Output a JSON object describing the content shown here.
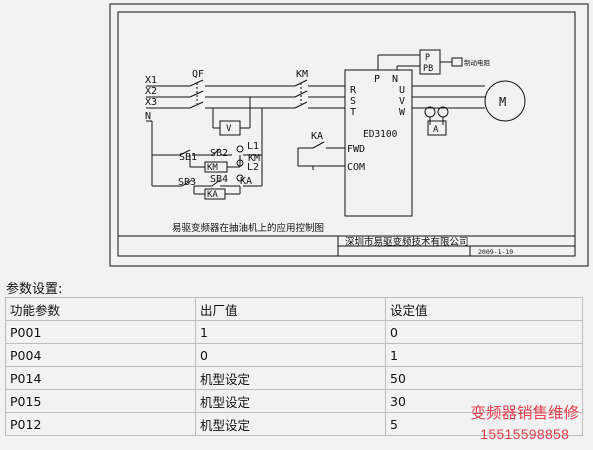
{
  "diagram": {
    "inputs": [
      "X1",
      "X2",
      "X3",
      "N"
    ],
    "qf": "QF",
    "km": "KM",
    "v_meter": "V",
    "a_meter": "A",
    "ka": "KA",
    "sb1": "SB1",
    "sb2": "SB2",
    "sb3": "SB3",
    "sb4": "SB4",
    "l1": "L1",
    "l2": "L2",
    "km_coil": "KM",
    "ka_coil": "KA",
    "km_side": "KM",
    "ka_side": "KA",
    "inverter_inputs": [
      "R",
      "S",
      "T"
    ],
    "inverter_outputs": [
      "U",
      "V",
      "W"
    ],
    "p_terminal": "P",
    "n_terminal": "N",
    "model": "ED3100",
    "fwd": "FWD",
    "com": "COM",
    "brake_p": "P",
    "brake_pb": "PB",
    "brake_label": "制动电阻",
    "motor": "M",
    "caption": "易驱变频器在抽油机上的应用控制图",
    "company": "深圳市易驱变频技术有限公司",
    "date": "2009-1-10"
  },
  "section_label": "参数设置:",
  "table": {
    "headers": [
      "功能参数",
      "出厂值",
      "设定值"
    ],
    "rows": [
      [
        "P001",
        "1",
        "0"
      ],
      [
        "P004",
        "0",
        "1"
      ],
      [
        "P014",
        "机型设定",
        "50"
      ],
      [
        "P015",
        "机型设定",
        "30"
      ],
      [
        "P012",
        "机型设定",
        "5"
      ]
    ]
  },
  "watermark": {
    "line1": "变频器销售维修",
    "line2": "15515598858"
  },
  "colors": {
    "watermark": "#e8404f",
    "line": "#111111",
    "background": "#f2f2f2"
  }
}
